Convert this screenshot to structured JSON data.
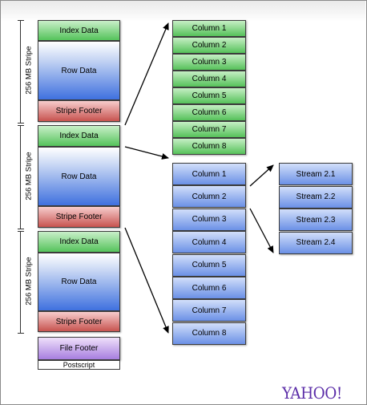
{
  "stripes": [
    {
      "label": "256 MB Stripe",
      "index": "Index Data",
      "row": "Row Data",
      "footer": "Stripe Footer"
    },
    {
      "label": "256 MB Stripe",
      "index": "Index Data",
      "row": "Row Data",
      "footer": "Stripe Footer"
    },
    {
      "label": "256 MB Stripe",
      "index": "Index Data",
      "row": "Row Data",
      "footer": "Stripe Footer"
    }
  ],
  "file_footer": "File Footer",
  "postscript": "Postscript",
  "index_columns": [
    "Column 1",
    "Column 2",
    "Column 3",
    "Column 4",
    "Column 5",
    "Column 6",
    "Column 7",
    "Column 8"
  ],
  "row_columns": [
    "Column 1",
    "Column 2",
    "Column 3",
    "Column 4",
    "Column 5",
    "Column 6",
    "Column 7",
    "Column 8"
  ],
  "streams": [
    "Stream 2.1",
    "Stream 2.2",
    "Stream 2.3",
    "Stream 2.4"
  ],
  "logo": "YAHOO!",
  "colors": {
    "index": "#55c35b",
    "row": "#3f71df",
    "footer": "#c7534f",
    "file_footer": "#a77ee0",
    "logo": "#5b2da8"
  }
}
